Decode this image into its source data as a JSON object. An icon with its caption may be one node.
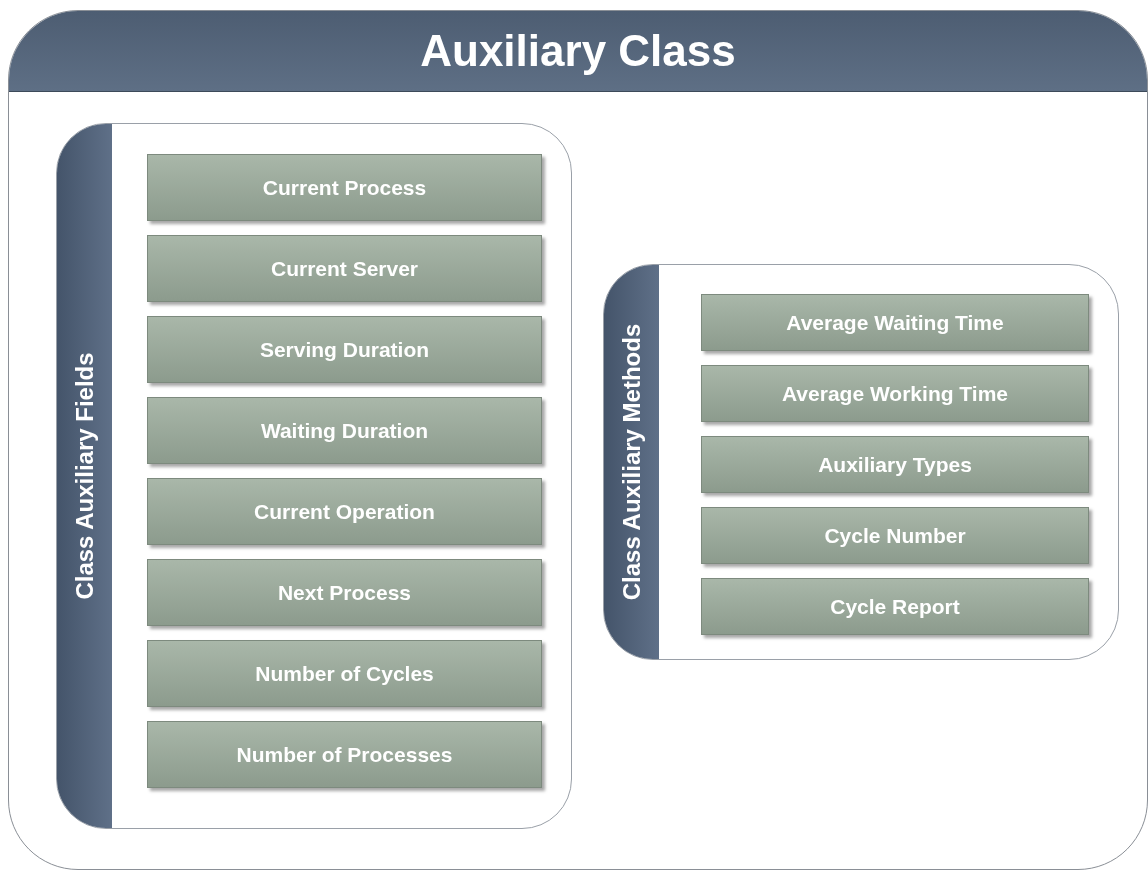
{
  "diagram": {
    "nodes": [
      {
        "text": [
          "Auxiliary Class"
        ]
      },
      {
        "text": [
          "Class Auxiliary Fields"
        ],
        "in": 0
      },
      {
        "text": [
          "Current Process"
        ],
        "in": 1
      },
      {
        "text": [
          "Current Server"
        ],
        "in": 1
      },
      {
        "text": [
          "Serving Duration"
        ],
        "in": 1
      },
      {
        "text": [
          "Waiting Duration"
        ],
        "in": 1
      },
      {
        "text": [
          "Current Operation"
        ],
        "in": 1
      },
      {
        "text": [
          "Next Process"
        ],
        "in": 1
      },
      {
        "text": [
          "Number of Cycles"
        ],
        "in": 1
      },
      {
        "text": [
          "Number of Processes"
        ],
        "in": 1
      },
      {
        "text": [
          "Class Auxiliary Methods"
        ],
        "in": 0
      },
      {
        "text": [
          "Average Waiting Time"
        ],
        "in": 10
      },
      {
        "text": [
          "Average Working Time"
        ],
        "in": 10
      },
      {
        "text": [
          "Auxiliary Types"
        ],
        "in": 10
      },
      {
        "text": [
          "Cycle Number"
        ],
        "in": 10
      },
      {
        "text": [
          "Cycle Report"
        ],
        "in": 10
      }
    ],
    "edges": []
  }
}
